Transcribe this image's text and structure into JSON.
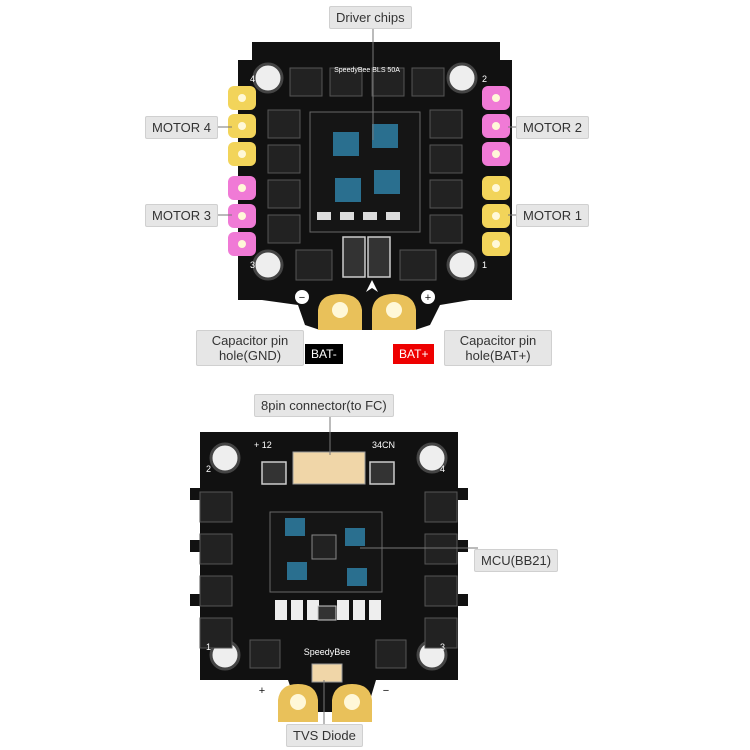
{
  "top_board": {
    "brand_text": "SpeedyBee BLS 50A",
    "pad_numbers": [
      "4",
      "2",
      "3",
      "1"
    ],
    "labels": {
      "driver_chips": "Driver chips",
      "motor4": "MOTOR 4",
      "motor2": "MOTOR 2",
      "motor3": "MOTOR 3",
      "motor1": "MOTOR 1",
      "cap_gnd": "Capacitor pin hole(GND)",
      "cap_bat": "Capacitor pin hole(BAT+)",
      "bat_minus": "BAT-",
      "bat_plus": "BAT+"
    },
    "polarity": {
      "minus": "−",
      "plus": "+"
    }
  },
  "bottom_board": {
    "brand_text": "SpeedyBee",
    "silk_left": "+ 12",
    "silk_right": "34CN",
    "pad_numbers": [
      "2",
      "4",
      "1",
      "3"
    ],
    "labels": {
      "connector": "8pin connector(to FC)",
      "mcu": "MCU(BB21)",
      "tvs": "TVS Diode"
    },
    "polarity": {
      "plus": "+",
      "minus": "−"
    }
  },
  "colors": {
    "board": "#101010",
    "motor_yellow": "#f2d45a",
    "motor_pink": "#f07ad6",
    "pad_gold": "#e9c15a",
    "chip_blue": "#2a6f8f"
  }
}
